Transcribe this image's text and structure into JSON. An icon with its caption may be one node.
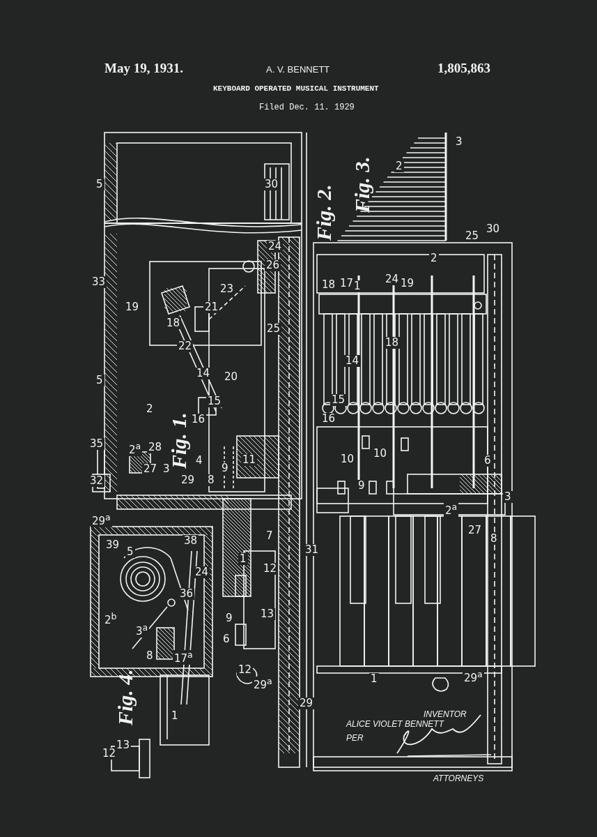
{
  "diagram": {
    "title": "KEYBOARD OPERATED MUSICAL INSTRUMENT",
    "labels": [
      "May 19, 1931.",
      "A. V. BENNETT",
      "1,805,863",
      "Filed Dec. 11. 1929",
      "3",
      "2",
      "Fig. 3.",
      "Fig. 2.",
      "5",
      "30",
      "25",
      "30",
      "24",
      "2",
      "26",
      "33",
      "23",
      "18",
      "17",
      "1",
      "24",
      "19",
      "19",
      "21",
      "18",
      "25",
      "22",
      "18",
      "14",
      "14",
      "20",
      "5",
      "15",
      "15",
      "2",
      "16",
      "16",
      "Fig. 1.",
      "35",
      "2$^{a}$",
      "28",
      "10",
      "10",
      "4",
      "11",
      "6",
      "27",
      "3",
      "9",
      "32",
      "29",
      "8",
      "9",
      "3",
      "2$^{a}$",
      "29$^{a}$",
      "38",
      "7",
      "27",
      "8",
      "39",
      "5",
      "31",
      "1",
      "24",
      "12",
      "36",
      "2$^{b}$",
      "9",
      "13",
      "3$^{a}$",
      "6",
      "8",
      "17$^{a}$",
      "12",
      "29$^{a}$",
      "1",
      "29$^{a}$",
      "Fig. 4.",
      "29",
      "1",
      "INVENTOR",
      "ALICE VIOLET BENNETT",
      "13",
      "PER",
      "12",
      "ATTORNEYS"
    ]
  }
}
